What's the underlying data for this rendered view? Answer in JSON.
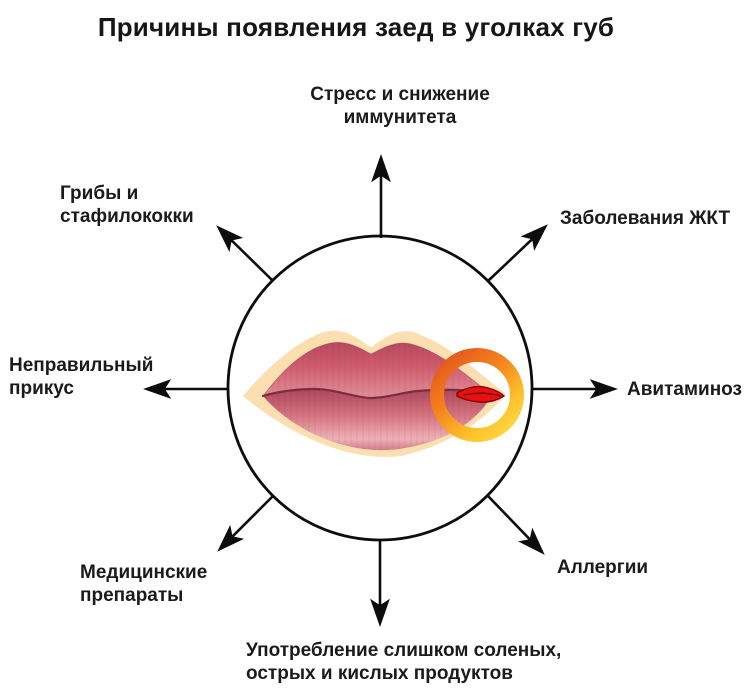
{
  "title": "Причины появления заед в уголках губ",
  "causes": {
    "top": {
      "lines": [
        "Стресс и снижение",
        "иммунитета"
      ]
    },
    "top_right": {
      "lines": [
        "Заболевания ЖКТ"
      ]
    },
    "right": {
      "lines": [
        "Авитаминоз"
      ]
    },
    "bottom_right": {
      "lines": [
        "Аллергии"
      ]
    },
    "bottom": {
      "lines": [
        "Употребление слишком соленых,",
        "острых и кислых продуктов"
      ]
    },
    "bottom_left": {
      "lines": [
        "Медицинские",
        "препараты"
      ]
    },
    "left": {
      "lines": [
        "Неправильный",
        "прикус"
      ]
    },
    "top_left": {
      "lines": [
        "Грибы и",
        "стафилококки"
      ]
    }
  },
  "icons": {
    "center": "lips-illustration",
    "highlight": "orange-ring-icon",
    "lesion": "crack-icon",
    "pointer": "radial-arrow-icon"
  },
  "colors": {
    "background": "#ffffff",
    "text": "#1b1b1b",
    "line": "#0d0d0d",
    "skin_peach": "#fbdfb0",
    "lip_dark": "#b2435a",
    "lip_light": "#eeb1b6",
    "ring_orange": "#f5821e",
    "ring_yellow": "#ffdf49",
    "crack_red": "#e51212"
  }
}
